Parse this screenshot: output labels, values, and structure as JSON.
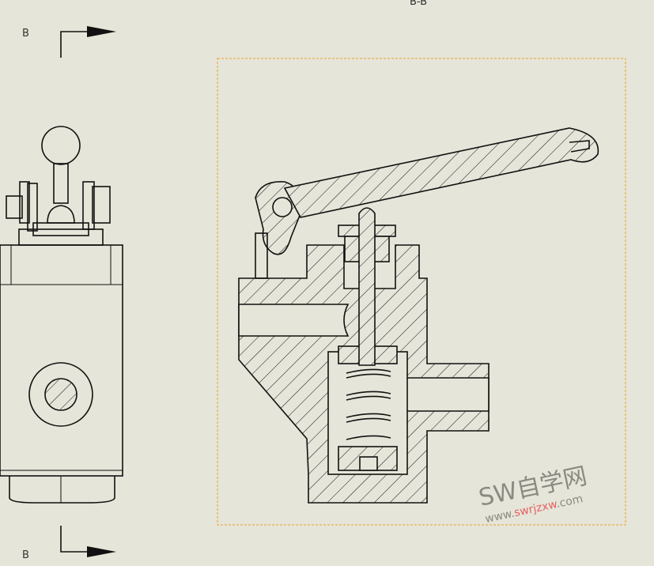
{
  "drawing": {
    "section_title": "B-B",
    "section_label_top": "B",
    "section_label_bottom": "B",
    "selection_border_color": "#f0a030",
    "background_color": "#e5e5d9"
  },
  "watermark": {
    "logo_text": "SW自学网",
    "url_prefix": "www.",
    "url_brand": "swrjzxw",
    "url_suffix": ".com",
    "brand_color": "#e86060"
  }
}
